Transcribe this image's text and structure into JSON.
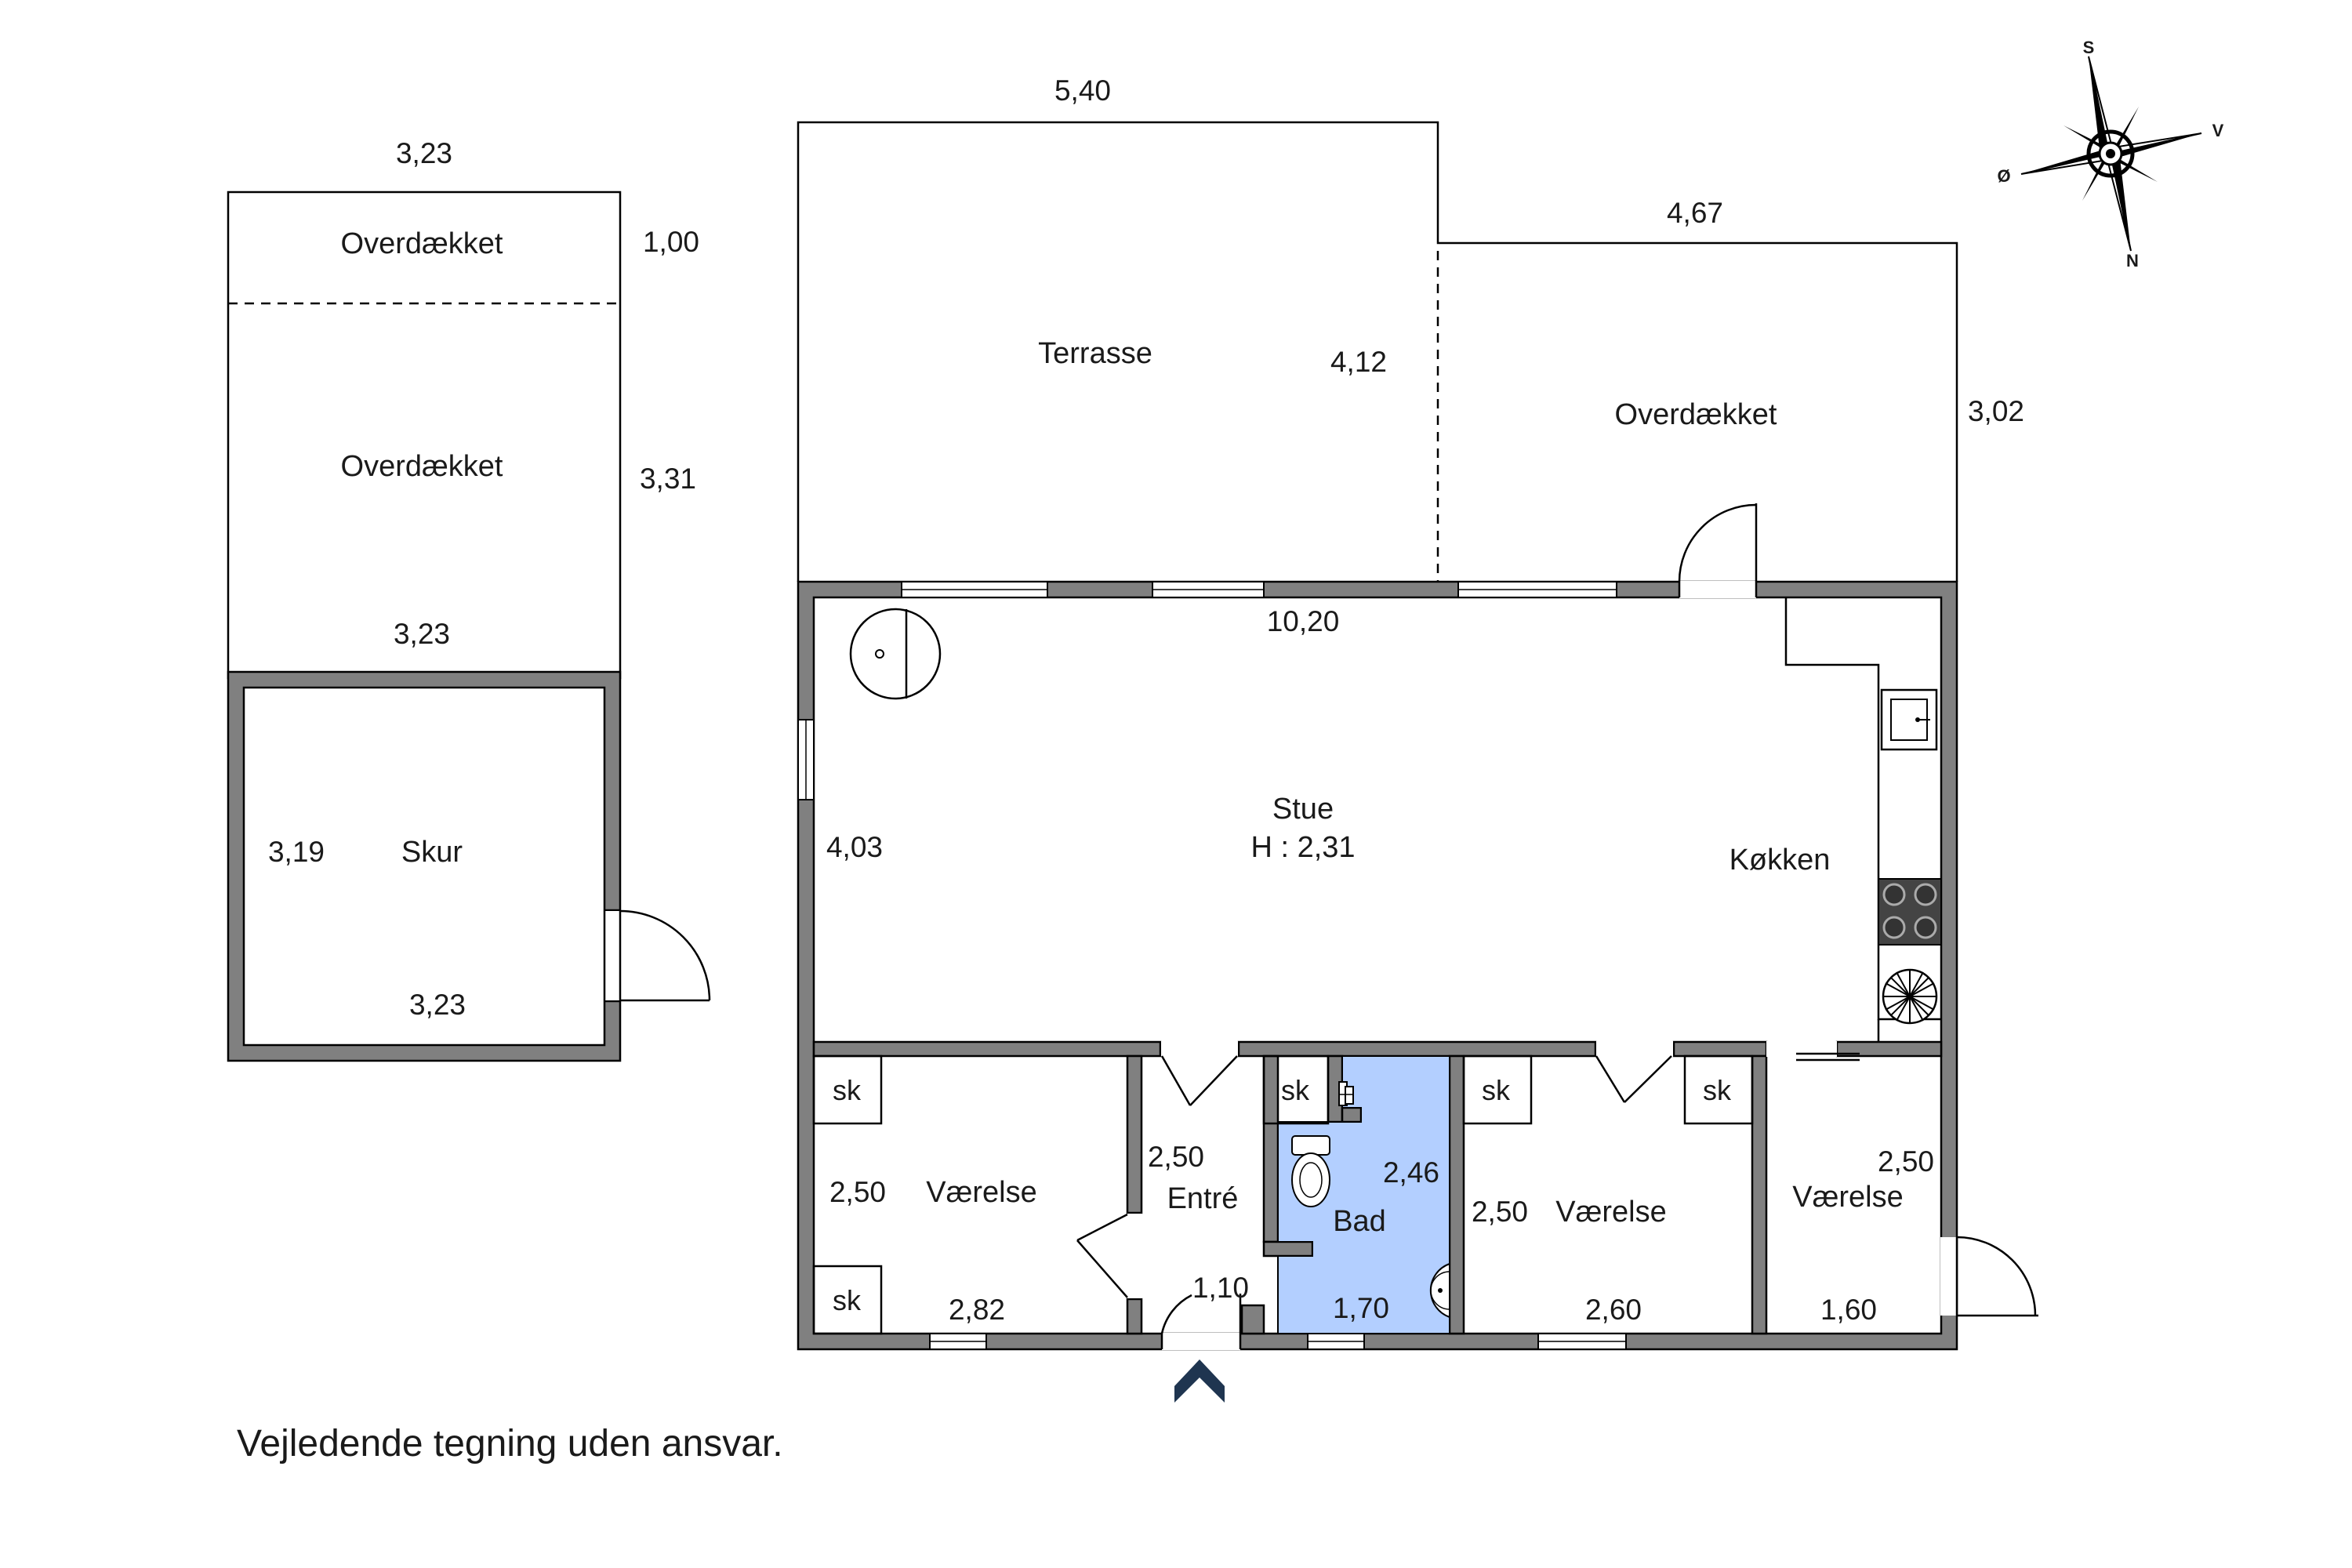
{
  "plan": {
    "shed": {
      "width_top": "3,23",
      "label_covered_small": "Overdækket",
      "depth_small": "1,00",
      "label_covered": "Overdækket",
      "depth_covered": "3,31",
      "width_mid": "3,23",
      "label_shed": "Skur",
      "depth_shed": "3,19",
      "width_bottom": "3,23"
    },
    "house": {
      "terrace_width": "5,40",
      "terrace_label": "Terrasse",
      "terrace_depth": "4,12",
      "covered_width": "4,67",
      "covered_label": "Overdækket",
      "covered_depth": "3,02",
      "living_width": "10,20",
      "living_label": "Stue",
      "living_height": "H : 2,31",
      "living_depth": "4,03",
      "kitchen_label": "Køkken",
      "room1_label": "Værelse",
      "room1_depth": "2,50",
      "room1_width": "2,82",
      "entry_label": "Entré",
      "entry_depth": "2,50",
      "entry_width": "1,10",
      "bath_label": "Bad",
      "bath_depth": "2,46",
      "bath_width": "1,70",
      "room2_label": "Værelse",
      "room2_depth": "2,50",
      "room2_width": "2,60",
      "room3_label": "Værelse",
      "room3_depth": "2,50",
      "room3_width": "1,60",
      "closet_label": "sk"
    },
    "compass": {
      "south": "S",
      "west": "V",
      "east": "Ø",
      "north": "N"
    },
    "disclaimer": "Vejledende tegning uden ansvar.",
    "colors": {
      "wall": "#808080",
      "bathroom": "#b3cfff",
      "entry_arrow": "#1f3550"
    }
  }
}
